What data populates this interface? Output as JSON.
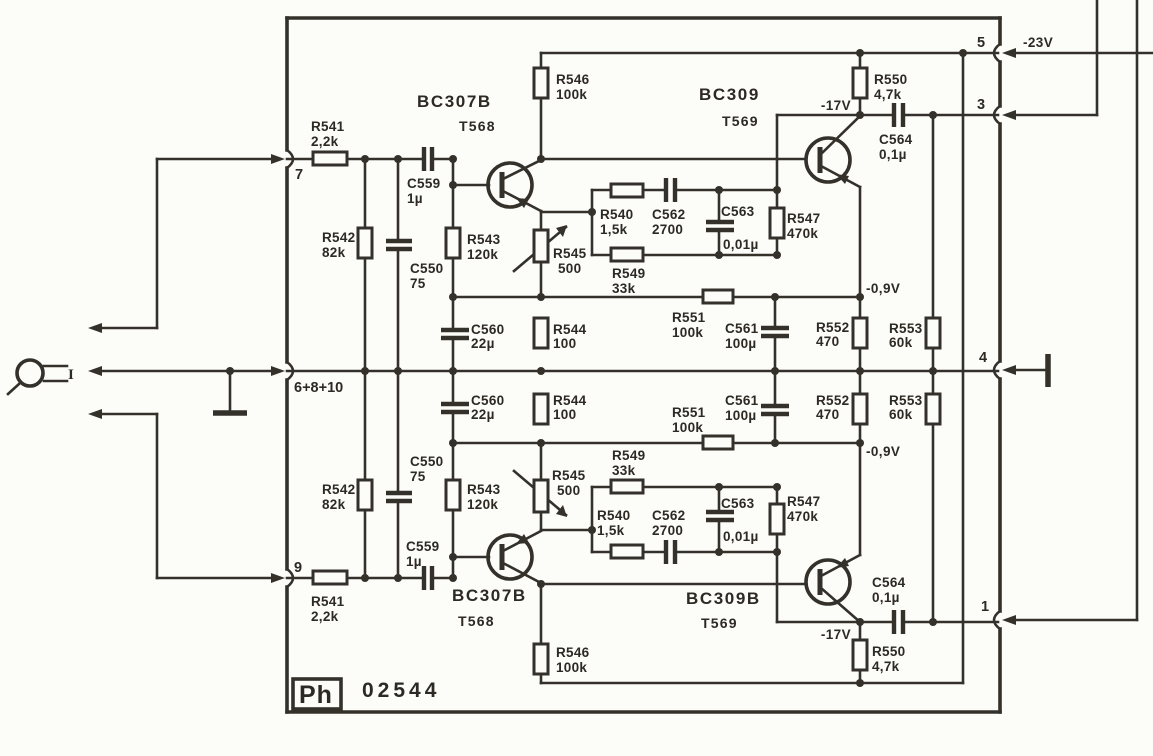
{
  "meta": {
    "logo": "Ph",
    "drawing_number": "02544"
  },
  "input": {
    "label": "I"
  },
  "terminals": {
    "t7": "7",
    "t6_8_10": "6+8+10",
    "t9": "9",
    "t5": "5",
    "t3": "3",
    "t4": "4",
    "t1": "1"
  },
  "power": {
    "supply": "-23V",
    "collector_voltage": "-17V",
    "emitter_voltage": "-0,9V"
  },
  "transistors": {
    "q1": {
      "type": "BC307B",
      "id": "T568"
    },
    "q2": {
      "type": "BC309",
      "id": "T569"
    },
    "q3": {
      "type": "BC307B",
      "id": "T568"
    },
    "q4": {
      "type": "BC309B",
      "id": "T569"
    }
  },
  "comp": {
    "r540": {
      "r": "R540",
      "v": "1,5k"
    },
    "r541": {
      "r": "R541",
      "v": "2,2k"
    },
    "r542": {
      "r": "R542",
      "v": "82k"
    },
    "r543": {
      "r": "R543",
      "v": "120k"
    },
    "r544": {
      "r": "R544",
      "v": "100"
    },
    "r545": {
      "r": "R545",
      "v": "500"
    },
    "r546": {
      "r": "R546",
      "v": "100k"
    },
    "r547": {
      "r": "R547",
      "v": "470k"
    },
    "r549": {
      "r": "R549",
      "v": "33k"
    },
    "r550": {
      "r": "R550",
      "v": "4,7k"
    },
    "r551": {
      "r": "R551",
      "v": "100k"
    },
    "r552": {
      "r": "R552",
      "v": "470"
    },
    "r553": {
      "r": "R553",
      "v": "60k"
    },
    "c550": {
      "r": "C550",
      "v": "75"
    },
    "c559": {
      "r": "C559",
      "v": "1µ"
    },
    "c560": {
      "r": "C560",
      "v": "22µ"
    },
    "c561": {
      "r": "C561",
      "v": "100µ"
    },
    "c562": {
      "r": "C562",
      "v": "2700"
    },
    "c563": {
      "r": "C563",
      "v": "0,01µ"
    },
    "c564": {
      "r": "C564",
      "v": "0,1µ"
    }
  }
}
